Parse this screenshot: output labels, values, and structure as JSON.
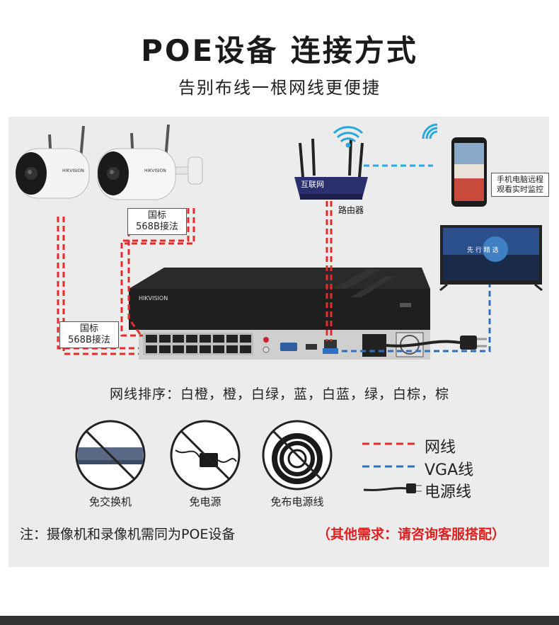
{
  "header": {
    "title": "POE设备 连接方式",
    "subtitle": "告别布线一根网线更便捷"
  },
  "camera": {
    "brand": "HIKVISION"
  },
  "labels": {
    "standard_top_line1": "国标",
    "standard_top_line2": "568B接法",
    "standard_left_line1": "国标",
    "standard_left_line2": "568B接法",
    "internet": "互联网",
    "router": "路由器",
    "remote_line1": "手机电脑远程",
    "remote_line2": "观看实时监控",
    "nvr_brand": "HIKVISION",
    "tv_screen_text": "先 行 精 选"
  },
  "wire_order": "网线排序：白橙，橙，白绿，蓝，白蓝，绿，白棕，棕",
  "no_items": [
    {
      "label": "免交换机"
    },
    {
      "label": "免电源"
    },
    {
      "label": "免布电源线"
    }
  ],
  "legend": [
    {
      "label": "网线",
      "color": "#e52b2b"
    },
    {
      "label": "VGA线",
      "color": "#2f6fbf"
    },
    {
      "label": "电源线",
      "color": "#222222"
    }
  ],
  "note": {
    "main": "注：摄像机和录像机需同为POE设备",
    "highlight": "（其他需求：请咨询客服搭配）"
  },
  "colors": {
    "network_line": "#e52b2b",
    "vga_line": "#2f6fbf",
    "wifi_line": "#27a9e0",
    "highlight_text": "#e02020",
    "panel_bg": "#ececec"
  }
}
